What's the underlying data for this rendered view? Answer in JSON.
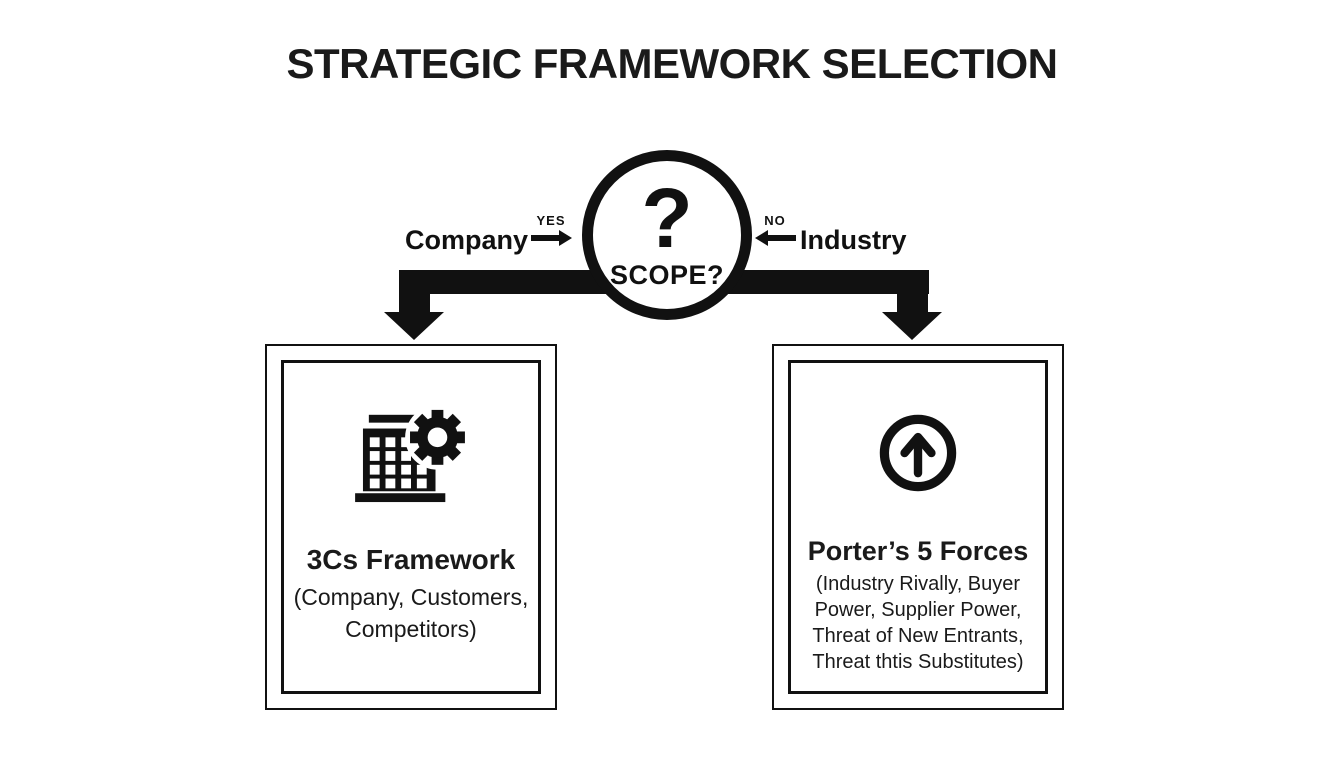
{
  "page": {
    "title": "STRATEGIC FRAMEWORK SELECTION"
  },
  "decision": {
    "symbol": "?",
    "label": "SCOPE?",
    "yes": {
      "branch_label": "Company",
      "arrow_label": "YES"
    },
    "no": {
      "branch_label": "Industry",
      "arrow_label": "NO"
    }
  },
  "frameworks": {
    "left": {
      "icon": "building-gear-icon",
      "name": "3Cs Framework",
      "details": [
        "(Company, Customers,",
        "Competitors)"
      ]
    },
    "right": {
      "icon": "circle-up-arrow-icon",
      "name": "Porter’s 5 Forces",
      "details": [
        "(Industry Rivally, Buyer",
        "Power, Supplier Power,",
        "Threat of New Entrants,",
        "Threat thtis Substitutes)"
      ]
    }
  },
  "colors": {
    "ink": "#111111",
    "background": "#ffffff"
  }
}
